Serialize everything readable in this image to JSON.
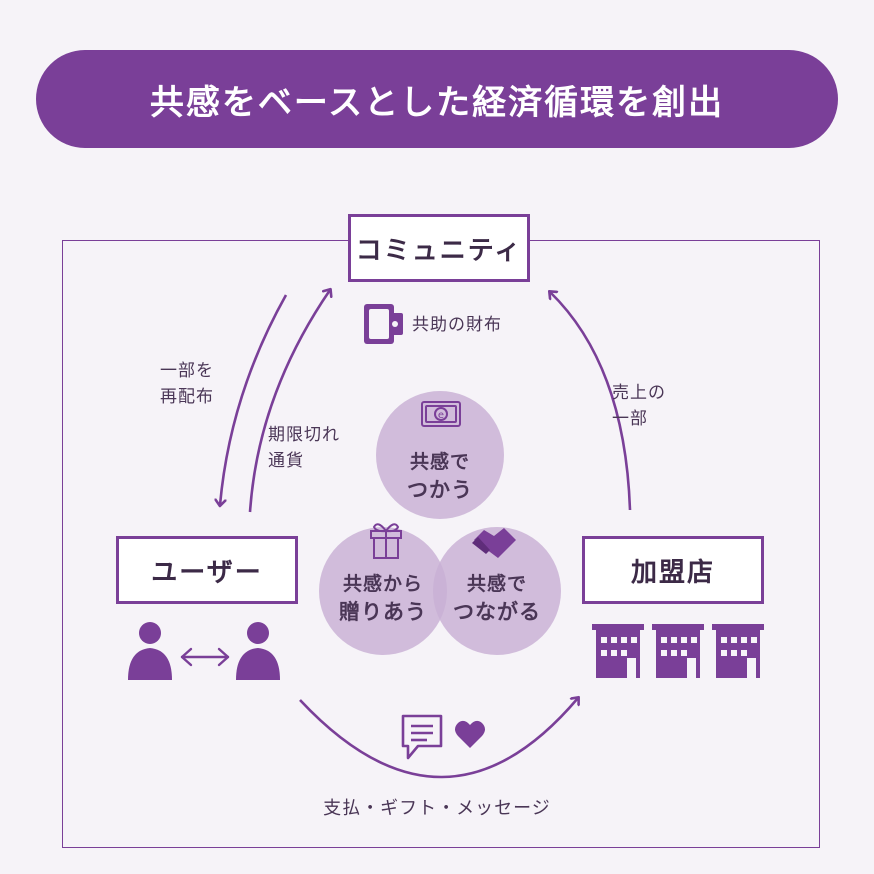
{
  "title": "共感をベースとした経済循環を創出",
  "nodes": {
    "community": "コミュニティ",
    "user": "ユーザー",
    "store": "加盟店"
  },
  "wallet_label": "共助の財布",
  "arrows": {
    "redistribute": [
      "一部を",
      "再配布"
    ],
    "expired_currency": [
      "期限切れ",
      "通貨"
    ],
    "sales_part": [
      "売上の",
      "一部"
    ],
    "bottom": "支払・ギフト・メッセージ"
  },
  "circles": {
    "use": [
      "共感で",
      "つかう"
    ],
    "gift": [
      "共感から",
      "贈りあう"
    ],
    "connect": [
      "共感で",
      "つながる"
    ]
  },
  "colors": {
    "accent": "#7a3f98",
    "circle_fill": "#c8b0d4",
    "background": "#f6f3f8"
  },
  "icons": [
    "wallet-icon",
    "coin-bill-icon",
    "gift-icon",
    "handshake-icon",
    "person-icon",
    "double-arrow-icon",
    "store-icon",
    "message-icon",
    "heart-icon"
  ]
}
